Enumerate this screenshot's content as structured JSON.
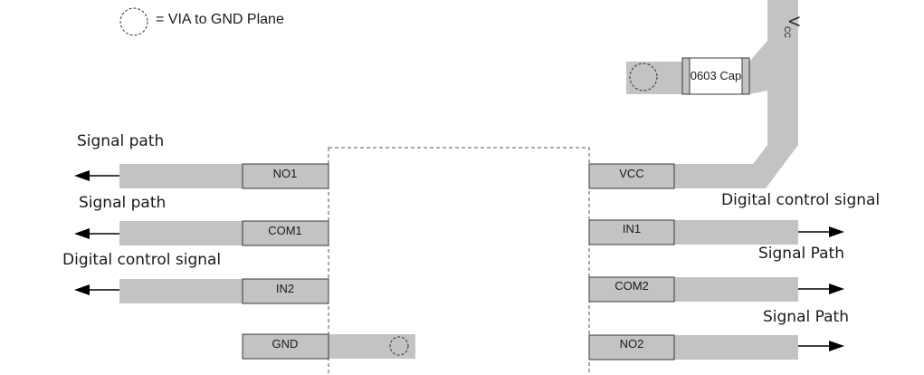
{
  "legend": {
    "text": "= VIA to GND Plane"
  },
  "supply": {
    "label_main": "V",
    "label_sub": "CC",
    "capacitor": "0603 Cap"
  },
  "pins": {
    "left": [
      "NO1",
      "COM1",
      "IN2",
      "GND"
    ],
    "right": [
      "VCC",
      "IN1",
      "COM2",
      "NO2"
    ]
  },
  "signals": {
    "left_no1": "Signal path",
    "left_com1": "Signal path",
    "left_in2": "Digital control signal",
    "right_in1": "Digital control signal",
    "right_com2": "Signal Path",
    "right_no2": "Signal Path"
  },
  "colors": {
    "copper": "#c3c3c3",
    "outline": "#3a3a3a"
  }
}
